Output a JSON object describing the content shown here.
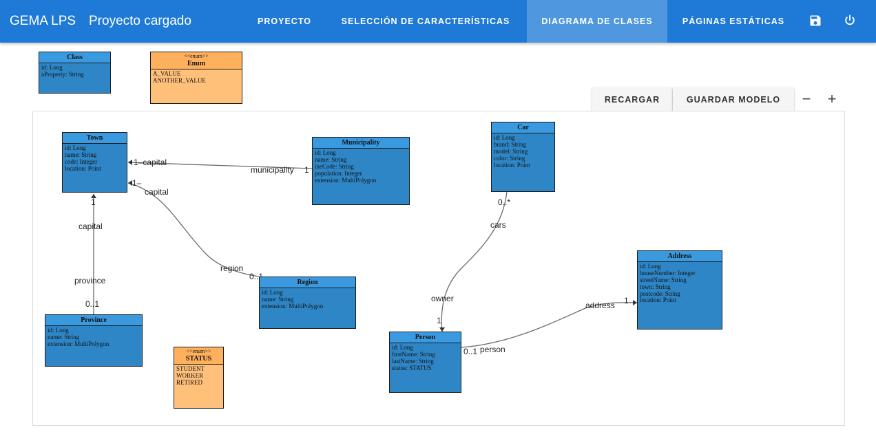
{
  "header": {
    "brand": "GEMA LPS",
    "subtitle": "Proyecto cargado",
    "tabs": [
      {
        "label": "PROYECTO"
      },
      {
        "label": "SELECCIÓN DE CARACTERÍSTICAS"
      },
      {
        "label": "DIAGRAMA DE CLASES",
        "active": true
      },
      {
        "label": "PÁGINAS ESTÁTICAS"
      }
    ],
    "icons": [
      "save-icon",
      "power-icon"
    ]
  },
  "toolbar": {
    "reload_label": "RECARGAR",
    "save_model_label": "GUARDAR MODELO",
    "zoom_out_label": "−",
    "zoom_in_label": "+"
  },
  "legend": {
    "class": {
      "name": "Class",
      "attributes": [
        "id: Long",
        "aProperty: String"
      ]
    },
    "enum": {
      "stereotype": "<<enum>>",
      "name": "Enum",
      "values": [
        "A_VALUE",
        "ANOTHER_VALUE"
      ]
    }
  },
  "diagram": {
    "classes": {
      "town": {
        "name": "Town",
        "attributes": [
          "id: Long",
          "name: String",
          "code: Integer",
          "location: Point"
        ]
      },
      "municipality": {
        "name": "Municipality",
        "attributes": [
          "id: Long",
          "name: String",
          "ineCode: String",
          "population: Integer",
          "extension: MultiPolygon"
        ]
      },
      "car": {
        "name": "Car",
        "attributes": [
          "id: Long",
          "brand: String",
          "model: String",
          "color: String",
          "location: Point"
        ]
      },
      "address": {
        "name": "Address",
        "attributes": [
          "id: Long",
          "houseNumber: Integer",
          "streetName: String",
          "town: String",
          "postcode: String",
          "location: Point"
        ]
      },
      "region": {
        "name": "Region",
        "attributes": [
          "id: Long",
          "name: String",
          "extension: MultiPolygon"
        ]
      },
      "province": {
        "name": "Province",
        "attributes": [
          "id: Long",
          "name: String",
          "extension: MultiPolygon"
        ]
      },
      "person": {
        "name": "Person",
        "attributes": [
          "id: Long",
          "firstName: String",
          "lastName: String",
          "status: STATUS"
        ]
      }
    },
    "enums": {
      "status": {
        "stereotype": "<<enum>>",
        "name": "STATUS",
        "values": [
          "STUDENT",
          "WORKER",
          "RETIRED"
        ]
      }
    },
    "labels": {
      "town_muni_capital": "1–capital",
      "town_muni_municipality": "municipality",
      "town_muni_one": "1",
      "town_region_one": "1–",
      "town_region_capital": "capital",
      "town_region_region": "region",
      "town_region_mult": "0..1",
      "town_prov_one": "1",
      "town_prov_capital": "capital",
      "town_prov_province": "province",
      "town_prov_mult": "0..1",
      "car_person_mult": "0..*",
      "car_person_cars": "cars",
      "car_person_owner": "owner",
      "car_person_one": "1",
      "person_addr_mult": "0..1",
      "person_addr_person": "person",
      "person_addr_address": "address",
      "person_addr_one": "1"
    }
  },
  "colors": {
    "appbar": "#1e7ad6",
    "active_tab": "#4f98e0",
    "class_fill": "#2e86c6",
    "enum_fill": "#ffc07a"
  }
}
